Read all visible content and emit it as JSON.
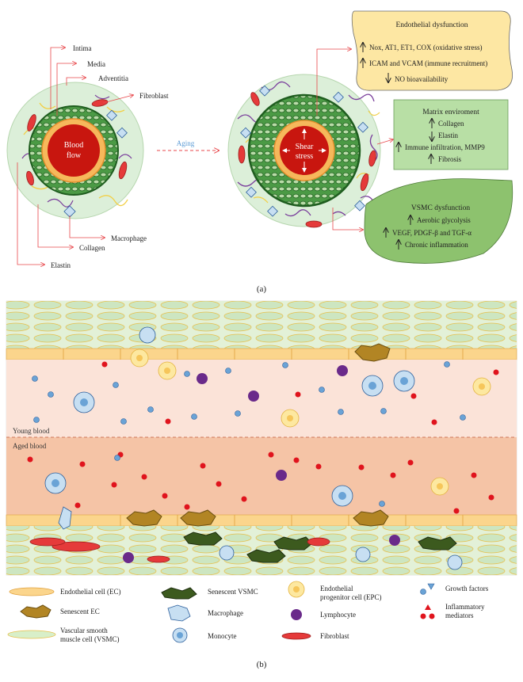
{
  "panel_a": {
    "caption": "(a)",
    "young_vessel": {
      "labels": {
        "intima": "Intima",
        "media": "Media",
        "adventitia": "Adventitia",
        "fibroblast": "Fibroblast",
        "blood_flow": "Blood",
        "blood_flow_2": "flow",
        "macrophage": "Macrophage",
        "collagen": "Collagen",
        "elastin": "Elastin"
      }
    },
    "aging_label": "Aging",
    "aged_vessel": {
      "shear": "Shear",
      "stress": "stress"
    },
    "endothelial_box": {
      "title": "Endothelial dysfunction",
      "lines": [
        "Nox, AT1, ET1, COX (oxidative stress)",
        "ICAM and VCAM (immune recruitment)",
        "NO bioavailability"
      ],
      "arrows": [
        "up",
        "up",
        "down"
      ],
      "color": "#fde7a3"
    },
    "matrix_box": {
      "title": "Matrix enviroment",
      "lines": [
        "Collagen",
        "Elastin",
        "Immune infiltration, MMP9",
        "Fibrosis"
      ],
      "arrows": [
        "up",
        "down",
        "up",
        "up"
      ],
      "color": "#b8dfa5"
    },
    "vsmc_box": {
      "title": "VSMC dysfunction",
      "lines": [
        "Aerobic glycolysis",
        "VEGF, PDGF-β and TGF-α",
        "Chronic inflammation"
      ],
      "arrows": [
        "up",
        "up",
        "up"
      ],
      "color": "#8dc26e"
    }
  },
  "panel_b": {
    "caption": "(b)",
    "young_label": "Young blood",
    "aged_label": "Aged blood"
  },
  "legend": {
    "ec": "Endothelial cell (EC)",
    "senescent_ec": "Senescent EC",
    "vsmc_1": "Vascular smooth",
    "vsmc_2": "muscle cell (VSMC)",
    "senescent_vsmc": "Senescent VSMC",
    "macrophage": "Macrophage",
    "monocyte": "Monocyte",
    "epc_1": "Endothelial",
    "epc_2": "progenitor cell (EPC)",
    "lymphocyte": "Lymphocyte",
    "fibroblast": "Fibroblast",
    "growth_factors": "Growth factors",
    "inflam_1": "Inflammatory",
    "inflam_2": "mediators"
  },
  "colors": {
    "label_line": "#e8474b",
    "vessel_outer": "#dcefd9",
    "media_green": "#3a8a3a",
    "lumen_red": "#c8160f",
    "intima_orange": "#f6b85b",
    "blood_young": "#fbe3d8",
    "blood_aged": "#f5c4a6",
    "wall_green": "#dbeed4",
    "ec_yellow": "#fbd58c",
    "growth_blue": "#6aa3d6",
    "inflam_red": "#e0141d",
    "lymph_purple": "#6a2a8a",
    "senescent_ec": "#b28524",
    "senescent_vsmc": "#3c5a1e",
    "fibroblast": "#e53a3a"
  }
}
